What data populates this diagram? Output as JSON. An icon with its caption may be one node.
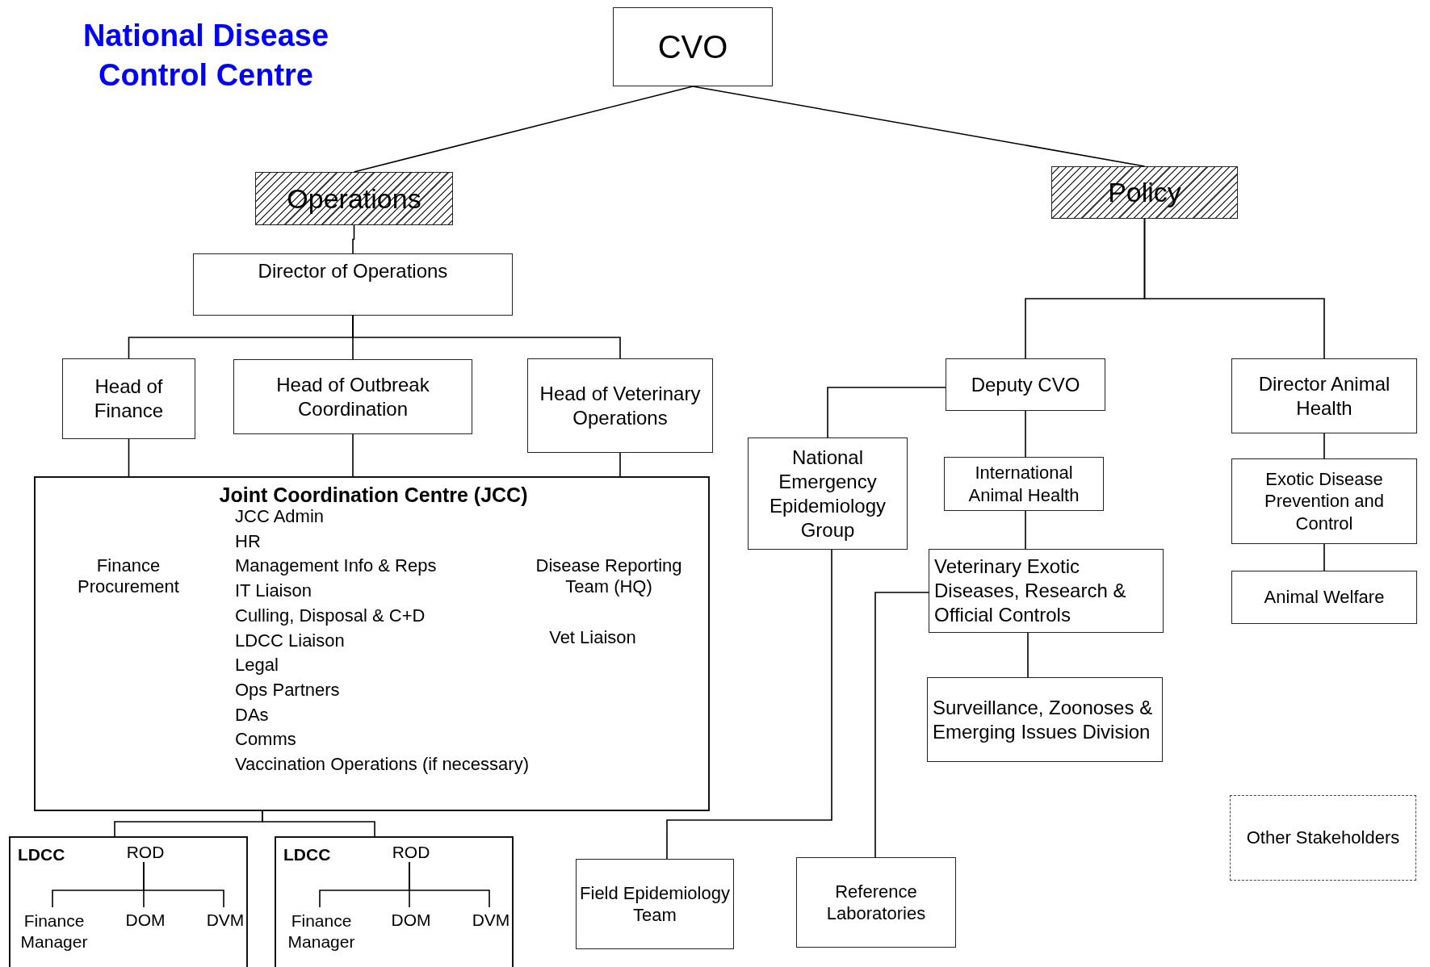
{
  "diagram": {
    "title": "National Disease Control Centre",
    "nodes": [
      {
        "text": [
          "CVO"
        ]
      },
      {
        "text": [
          "Operations"
        ]
      },
      {
        "text": [
          "Policy"
        ]
      },
      {
        "text": [
          "Director of Operations"
        ]
      },
      {
        "text": [
          "Head of Finance"
        ]
      },
      {
        "text": [
          "Head of Outbreak Coordination"
        ]
      },
      {
        "text": [
          "Head of Veterinary Operations"
        ]
      },
      {
        "text": [
          "Joint Coordination Centre (JCC)",
          "Finance Procurement",
          "JCC Admin",
          "HR",
          "Management Info & Reps",
          "IT Liaison",
          "Culling, Disposal & C+D",
          "LDCC Liaison",
          "Legal",
          "Ops Partners",
          "DAs",
          "Comms",
          "Vaccination Operations (if necessary)",
          "Disease Reporting Team (HQ)",
          "Vet Liaison"
        ]
      },
      {
        "text": [
          "LDCC"
        ]
      },
      {
        "text": [
          "ROD"
        ],
        "in": 8
      },
      {
        "text": [
          "Finance Manager"
        ],
        "in": 8
      },
      {
        "text": [
          "DOM"
        ],
        "in": 8
      },
      {
        "text": [
          "DVM"
        ],
        "in": 8
      },
      {
        "text": [
          "LDCC"
        ]
      },
      {
        "text": [
          "ROD"
        ],
        "in": 13
      },
      {
        "text": [
          "Finance Manager"
        ],
        "in": 13
      },
      {
        "text": [
          "DOM"
        ],
        "in": 13
      },
      {
        "text": [
          "DVM"
        ],
        "in": 13
      },
      {
        "text": [
          "National Emergency Epidemiology Group"
        ]
      },
      {
        "text": [
          "Deputy CVO"
        ]
      },
      {
        "text": [
          "Director Animal Health"
        ]
      },
      {
        "text": [
          "International Animal Health"
        ]
      },
      {
        "text": [
          "Exotic Disease Prevention and Control"
        ]
      },
      {
        "text": [
          "Veterinary Exotic Diseases, Research & Official Controls"
        ]
      },
      {
        "text": [
          "Animal Welfare"
        ]
      },
      {
        "text": [
          "Surveillance, Zoonoses & Emerging Issues Division"
        ]
      },
      {
        "text": [
          "Field Epidemiology Team"
        ]
      },
      {
        "text": [
          "Reference Laboratories"
        ]
      },
      {
        "text": [
          "Other Stakeholders"
        ]
      }
    ],
    "edges": [
      {
        "from": 0,
        "to": 1,
        "arrow": "none"
      },
      {
        "from": 0,
        "to": 2,
        "arrow": "none"
      },
      {
        "from": 1,
        "to": 3,
        "arrow": "none"
      },
      {
        "from": 3,
        "to": 4,
        "arrow": "none"
      },
      {
        "from": 3,
        "to": 5,
        "arrow": "none"
      },
      {
        "from": 3,
        "to": 6,
        "arrow": "none"
      },
      {
        "from": 4,
        "to": 7,
        "arrow": "none"
      },
      {
        "from": 5,
        "to": 7,
        "arrow": "none"
      },
      {
        "from": 6,
        "to": 7,
        "arrow": "none"
      },
      {
        "from": 7,
        "to": 8,
        "arrow": "none"
      },
      {
        "from": 7,
        "to": 13,
        "arrow": "none"
      },
      {
        "from": 9,
        "to": 10,
        "arrow": "none"
      },
      {
        "from": 9,
        "to": 11,
        "arrow": "none"
      },
      {
        "from": 9,
        "to": 12,
        "arrow": "none"
      },
      {
        "from": 14,
        "to": 15,
        "arrow": "none"
      },
      {
        "from": 14,
        "to": 16,
        "arrow": "none"
      },
      {
        "from": 14,
        "to": 17,
        "arrow": "none"
      },
      {
        "from": 2,
        "to": 19,
        "arrow": "none"
      },
      {
        "from": 2,
        "to": 20,
        "arrow": "none"
      },
      {
        "from": 19,
        "to": 18,
        "arrow": "none"
      },
      {
        "from": 19,
        "to": 21,
        "arrow": "none"
      },
      {
        "from": 21,
        "to": 23,
        "arrow": "none"
      },
      {
        "from": 23,
        "to": 25,
        "arrow": "none"
      },
      {
        "from": 23,
        "to": 27,
        "arrow": "none"
      },
      {
        "from": 18,
        "to": 26,
        "arrow": "none"
      },
      {
        "from": 20,
        "to": 22,
        "arrow": "none"
      },
      {
        "from": 22,
        "to": 24,
        "arrow": "none"
      }
    ]
  }
}
